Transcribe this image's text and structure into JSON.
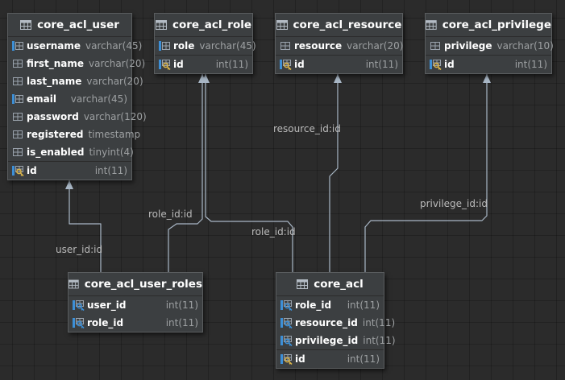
{
  "tables": [
    {
      "id": "core_acl_user",
      "name": "core_acl_user",
      "columns": [
        {
          "name": "username",
          "type": "varchar(45)",
          "icon": "index-column-icon"
        },
        {
          "name": "first_name",
          "type": "varchar(20)",
          "icon": "column-icon"
        },
        {
          "name": "last_name",
          "type": "varchar(20)",
          "icon": "column-icon"
        },
        {
          "name": "email",
          "type": "varchar(45)",
          "icon": "index-column-icon"
        },
        {
          "name": "password",
          "type": "varchar(120)",
          "icon": "column-icon"
        },
        {
          "name": "registered",
          "type": "timestamp",
          "icon": "column-icon"
        },
        {
          "name": "is_enabled",
          "type": "tinyint(4)",
          "icon": "column-icon"
        },
        {
          "name": "id",
          "type": "int(11)",
          "icon": "primary-key-icon",
          "pk": true
        }
      ]
    },
    {
      "id": "core_acl_role",
      "name": "core_acl_role",
      "columns": [
        {
          "name": "role",
          "type": "varchar(45)",
          "icon": "index-column-icon"
        },
        {
          "name": "id",
          "type": "int(11)",
          "icon": "primary-key-icon",
          "pk": true
        }
      ]
    },
    {
      "id": "core_acl_resource",
      "name": "core_acl_resource",
      "columns": [
        {
          "name": "resource",
          "type": "varchar(20)",
          "icon": "column-icon"
        },
        {
          "name": "id",
          "type": "int(11)",
          "icon": "primary-key-icon",
          "pk": true
        }
      ]
    },
    {
      "id": "core_acl_privilege",
      "name": "core_acl_privilege",
      "columns": [
        {
          "name": "privilege",
          "type": "varchar(10)",
          "icon": "column-icon"
        },
        {
          "name": "id",
          "type": "int(11)",
          "icon": "primary-key-icon",
          "pk": true
        }
      ]
    },
    {
      "id": "core_acl_user_roles",
      "name": "core_acl_user_roles",
      "columns": [
        {
          "name": "user_id",
          "type": "int(11)",
          "icon": "foreign-key-column-icon"
        },
        {
          "name": "role_id",
          "type": "int(11)",
          "icon": "foreign-key-column-icon"
        }
      ]
    },
    {
      "id": "core_acl",
      "name": "core_acl",
      "columns": [
        {
          "name": "role_id",
          "type": "int(11)",
          "icon": "foreign-key-column-icon"
        },
        {
          "name": "resource_id",
          "type": "int(11)",
          "icon": "foreign-key-column-icon"
        },
        {
          "name": "privilege_id",
          "type": "int(11)",
          "icon": "foreign-key-column-icon"
        },
        {
          "name": "id",
          "type": "int(11)",
          "icon": "primary-key-icon",
          "pk": true
        }
      ]
    }
  ],
  "relationships": [
    {
      "from": "core_acl_user_roles",
      "to": "core_acl_user",
      "label": "user_id:id"
    },
    {
      "from": "core_acl_user_roles",
      "to": "core_acl_role",
      "label": "role_id:id"
    },
    {
      "from": "core_acl",
      "to": "core_acl_role",
      "label": "role_id:id"
    },
    {
      "from": "core_acl",
      "to": "core_acl_resource",
      "label": "resource_id:id"
    },
    {
      "from": "core_acl",
      "to": "core_acl_privilege",
      "label": "privilege_id:id"
    }
  ],
  "colors": {
    "background": "#2b2b2b",
    "table_fill": "#3c3f41",
    "line": "#a9b7c6",
    "text": "#ffffff",
    "type_text": "#9da0a2",
    "key_gold": "#d8b34a",
    "icon_blue": "#3d8fd6"
  }
}
